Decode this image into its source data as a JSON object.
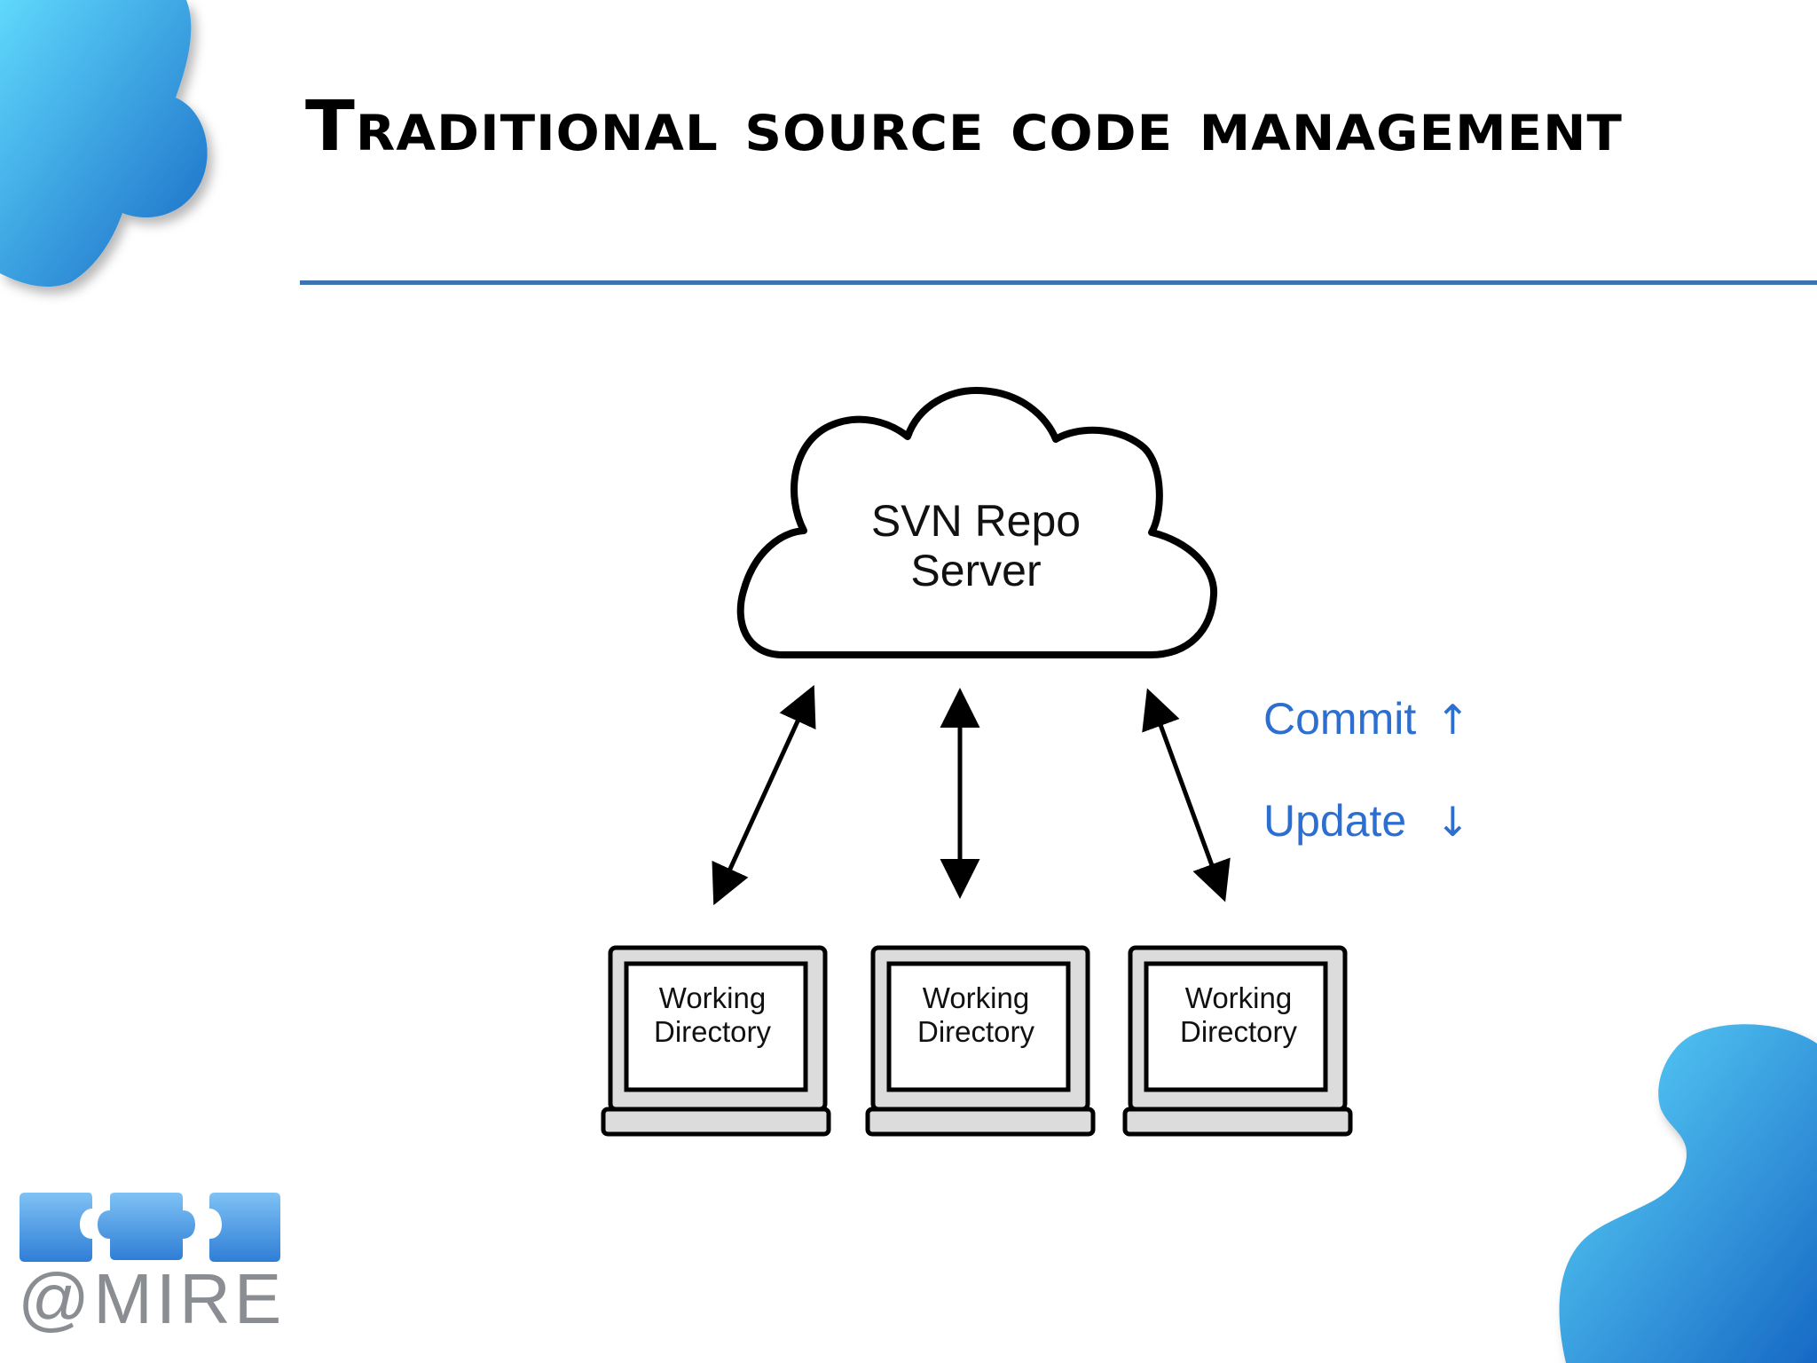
{
  "slide": {
    "title": "Traditional source code management"
  },
  "diagram": {
    "server_line1": "SVN Repo",
    "server_line2": "Server",
    "working_dirs": [
      {
        "line1": "Working",
        "line2": "Directory"
      },
      {
        "line1": "Working",
        "line2": "Directory"
      },
      {
        "line1": "Working",
        "line2": "Directory"
      }
    ],
    "legend": {
      "commit": "Commit",
      "commit_arrow": "↑",
      "update": "Update",
      "update_arrow": "↓"
    }
  },
  "logo": {
    "text": "@MIRE"
  },
  "colors": {
    "accent": "#3b74b0",
    "legend": "#2d6fd0",
    "puzzle_light": "#55d3fb",
    "puzzle_dark": "#1a72c9"
  },
  "icons": [
    "cloud-icon",
    "laptop-icon",
    "puzzle-piece-icon"
  ]
}
